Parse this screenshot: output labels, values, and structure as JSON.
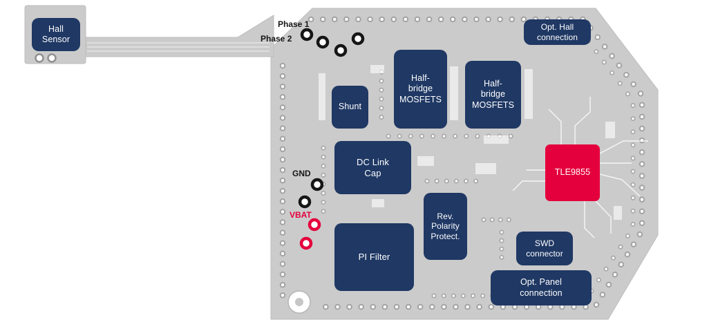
{
  "colors": {
    "label_navy": "#1f3864",
    "highlight_red": "#e4003c",
    "board_gray": "#cbcbcb"
  },
  "component_labels": {
    "hall_sensor": "Hall\nSensor",
    "opt_hall": "Opt. Hall\nconnection",
    "half_bridge_1": "Half-\nbridge\nMOSFETS",
    "half_bridge_2": "Half-\nbridge\nMOSFETS",
    "shunt": "Shunt",
    "dc_link_cap": "DC Link\nCap",
    "rev_polarity": "Rev.\nPolarity\nProtect.",
    "tle9855": "TLE9855",
    "pi_filter": "PI Filter",
    "swd_connector": "SWD\nconnector",
    "opt_panel": "Opt. Panel\nconnection"
  },
  "annotations": {
    "phase1": "Phase 1",
    "phase2": "Phase 2",
    "gnd": "GND",
    "vbat": "VBAT"
  }
}
